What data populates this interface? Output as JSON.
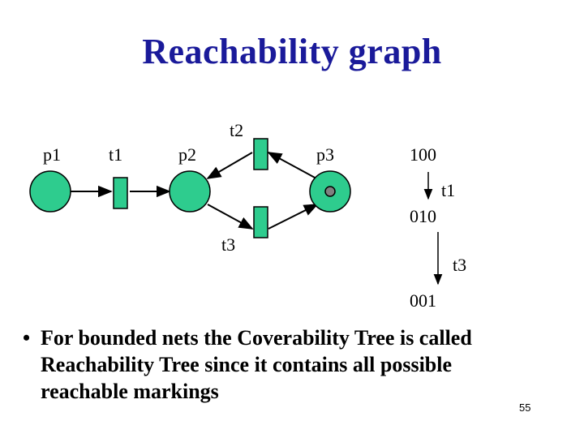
{
  "slide": {
    "title": "Reachability graph",
    "bullet_symbol": "•",
    "bullet_text": "For bounded nets the Coverability Tree is called Reachability Tree since it contains all possible reachable markings",
    "page_number": "55"
  },
  "petri_net": {
    "places": [
      {
        "id": "p1",
        "label": "p1",
        "tokens": 0
      },
      {
        "id": "p2",
        "label": "p2",
        "tokens": 0
      },
      {
        "id": "p3",
        "label": "p3",
        "tokens": 1
      }
    ],
    "transitions": [
      {
        "id": "t1",
        "label": "t1"
      },
      {
        "id": "t2",
        "label": "t2"
      },
      {
        "id": "t3",
        "label": "t3"
      }
    ],
    "colors": {
      "place": "#2ecc8e",
      "transition": "#2ecc8e",
      "token": "#808080",
      "stroke": "#000000"
    }
  },
  "reachability_graph": {
    "markings": [
      "100",
      "010",
      "001"
    ],
    "edges": [
      {
        "from": "100",
        "to": "010",
        "label": "t1"
      },
      {
        "from": "010",
        "to": "001",
        "label": "t3"
      }
    ]
  }
}
